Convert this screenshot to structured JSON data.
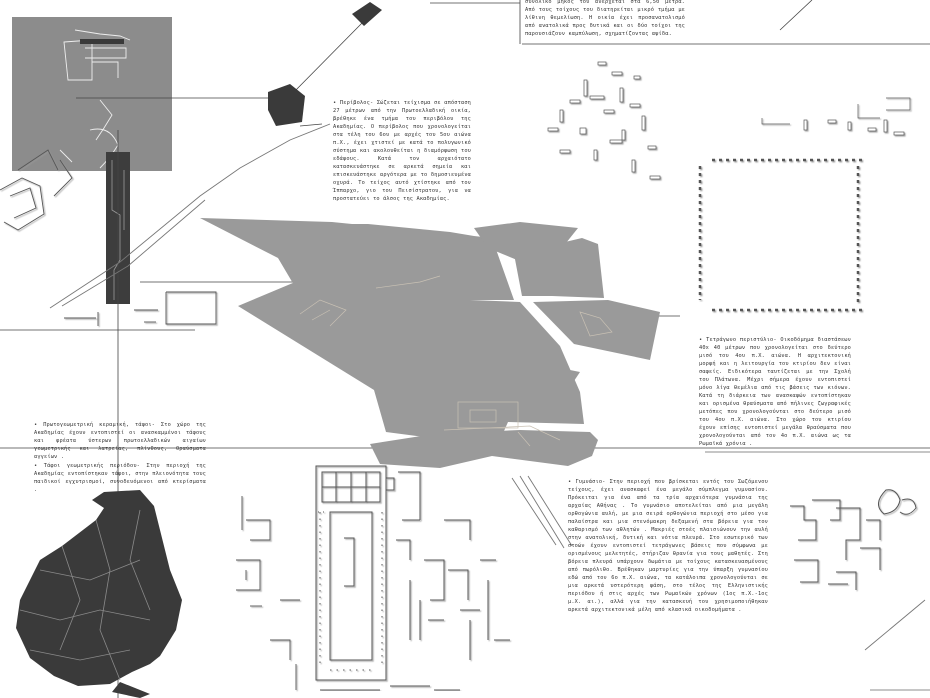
{
  "texts": {
    "top_fragment": "συνολικό μήκος του ανέρχεται στα 6,50 μέτρα. Από τους τοίχους του διατηρείται μικρό τμήμα με λίθινη θεμελίωση. Η οικία έχει προσανατολισμό από ανατολικά προς δυτικά και οι δύο τοίχοι της παρουσιάζουν καμπύλωση, σχηματίζοντας αψίδα.",
    "peribolos": "• Περίβολος- Σώζεται τείχισμα σε απόσταση 27 μέτρων από την Πρωτοελλαδική οικία, βρέθηκε ένα τμήμα του περιβόλου της Ακαδημίας. Ο περίβολος που χρονολογείται στα τέλη του 6ου με αρχές του 5ου αιώνα π.Χ., έχει χτιστεί με κατά το πολυγωνικό σύστημα και ακολουθείται η διαμόρφωση του εδάφους. Κατά τον αρχαιότατο κατασκευάστηκε σε αρκετά σημεία και επισκευάστηκε αργότερα με το δημοσιευμένα οχυρά. Το τείχος αυτό χτίστηκε από τον Ίππαρχο, γιο του Πεισίστρατου, για να προστατεύει το άλσος της Ακαδημίας.",
    "square": "• Τετράγωνο περιστύλιο- Οικοδόμημα διαστάσεων 40x 40 μέτρων που χρονολογείται στο δεύτερο μισό του 4ου π.Χ. αιώνα. Η αρχιτεκτονική μορφή και η λειτουργία του κτιρίου δεν είναι σαφείς. Ειδικότερα ταυτίζεται με την Σχολή του Πλάτωνα. Μέχρι σήμερα έχουν εντοπιστεί μόνο λίγα θεμέλια από τις βάσεις των κιόνων. Κατά τη διάρκεια των ανασκαφών εντοπίστηκαν και ορισμένα θραύσματα από πήλινες ζωγραφικές μετόπες που χρονολογούνται στο δεύτερο μισό του 4ου π.Χ. αιώνα. Στο χώρο του κτιρίου έχουν επίσης εντοπιστεί μεγάλα θραύσματα που χρονολογούνται από τον 4ο π.Χ. αιώνα ως τα Ρωμαϊκά χρόνια .",
    "left_a": "• Πρωτογεωμετρική κεραμική, τάφοι- Στο χώρο της Ακαδημίας έχουν εντοπιστεί οι ανασκαμμένοι τάφους και φρέατα ύστερων πρωτοελλαδικών αιγαίων γεωμετρικής και λατρείας, πλίνθους, θραύσματα αγγείων .",
    "left_b": "• Τάφοι γεωμετρικής περιόδου- Στην περιοχή της Ακαδημίας εντοπίστηκαν τάφοι, στην πλειονότητα τους παιδικοί εγχυτρισμοί, συνοδευόμενοι από κτερίσματα .",
    "gymnasium": "• Γυμνάσιο- Στην περιοχή που βρίσκεται εντός του Σωζόμενου τείχους, έχει ανασκαφεί ένα μεγάλο σύμπλεγμα γυμνασίου. Πρόκειται για ένα από τα τρία αρχαιότερα γυμνάσια της αρχαίας Αθήνας . Το γυμνάσιο αποτελείται από μια μεγάλη ορθογώνια αυλή, με μια σειρά ορθογώνια περιοχή στο μέσο για παλαίστρα και μια στενόμακρη δεξαμενή στα βόρεια για τον καθαρισμό των αθλητών . Μακριές στοές πλαισιώνουν την αυλή στην ανατολική, δυτική και νότια πλευρά. Στο εσωτερικό των στοών έχουν εντοπιστεί τετράγωνες βάσεις που σύμφωνα με ορισμένους μελετητές, στήριζαν θρανία για τους μαθητές. Στη βόρεια πλευρά υπάρχουν δωμάτια με τοίχους κατασκευασμένους από πωρόλιθο. Βρέθηκαν μαρτυρίες για την ύπαρξη γυμνασίου εδώ από τον 6ο π.Χ. αιώνα, τα κατάλοιπα χρονολογούνται σε μια αρκετά υστερότερη φάση, στο τέλος της Ελληνιστικής περιόδου ή στις αρχές των Ρωμαϊκών χρόνων (1ος π.Χ.-1ος μ.Χ. αι.), αλλά για την κατασκευή του χρησιμοποιήθηκαν αρκετά αρχιτεκτονικά μέλη από κλασικά οικοδομήματα ."
  },
  "colors": {
    "zone_fill": "#9a9a9a",
    "inset_fill": "#8c8c8c",
    "strip_fill": "#3d3d3d",
    "plan_stroke": "#555555",
    "ink": "#333333"
  }
}
